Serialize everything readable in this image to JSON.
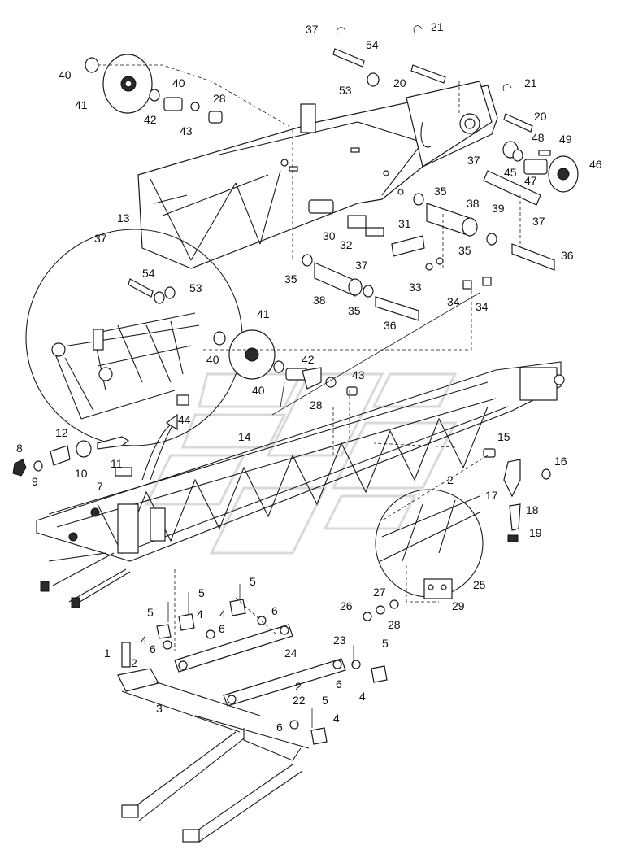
{
  "callouts": {
    "c1": "1",
    "c2a": "2",
    "c2b": "2",
    "c2c": "2",
    "c3": "3",
    "c4a": "4",
    "c4b": "4",
    "c4c": "4",
    "c4d": "4",
    "c4e": "4",
    "c5a": "5",
    "c5b": "5",
    "c5c": "5",
    "c5d": "5",
    "c5e": "5",
    "c6a": "6",
    "c6b": "6",
    "c6c": "6",
    "c6d": "6",
    "c6e": "6",
    "c7": "7",
    "c8": "8",
    "c9": "9",
    "c10": "10",
    "c11": "11",
    "c12": "12",
    "c13": "13",
    "c14": "14",
    "c15": "15",
    "c16": "16",
    "c17": "17",
    "c18": "18",
    "c19": "19",
    "c20a": "20",
    "c20b": "20",
    "c21a": "21",
    "c21b": "21",
    "c22": "22",
    "c23": "23",
    "c24": "24",
    "c25": "25",
    "c26": "26",
    "c27": "27",
    "c28a": "28",
    "c28b": "28",
    "c28c": "28",
    "c29": "29",
    "c30": "30",
    "c31": "31",
    "c32": "32",
    "c33": "33",
    "c34a": "34",
    "c34b": "34",
    "c35a": "35",
    "c35b": "35",
    "c35c": "35",
    "c35d": "35",
    "c36a": "36",
    "c36b": "36",
    "c37a": "37",
    "c37b": "37",
    "c37c": "37",
    "c37d": "37",
    "c37e": "37",
    "c38a": "38",
    "c38b": "38",
    "c39": "39",
    "c40a": "40",
    "c40b": "40",
    "c40c": "40",
    "c40d": "40",
    "c41a": "41",
    "c41b": "41",
    "c42a": "42",
    "c42b": "42",
    "c43a": "43",
    "c43b": "43",
    "c44": "44",
    "c45": "45",
    "c46": "46",
    "c47": "47",
    "c48": "48",
    "c49": "49",
    "c53a": "53",
    "c53b": "53",
    "c54a": "54",
    "c54b": "54"
  }
}
